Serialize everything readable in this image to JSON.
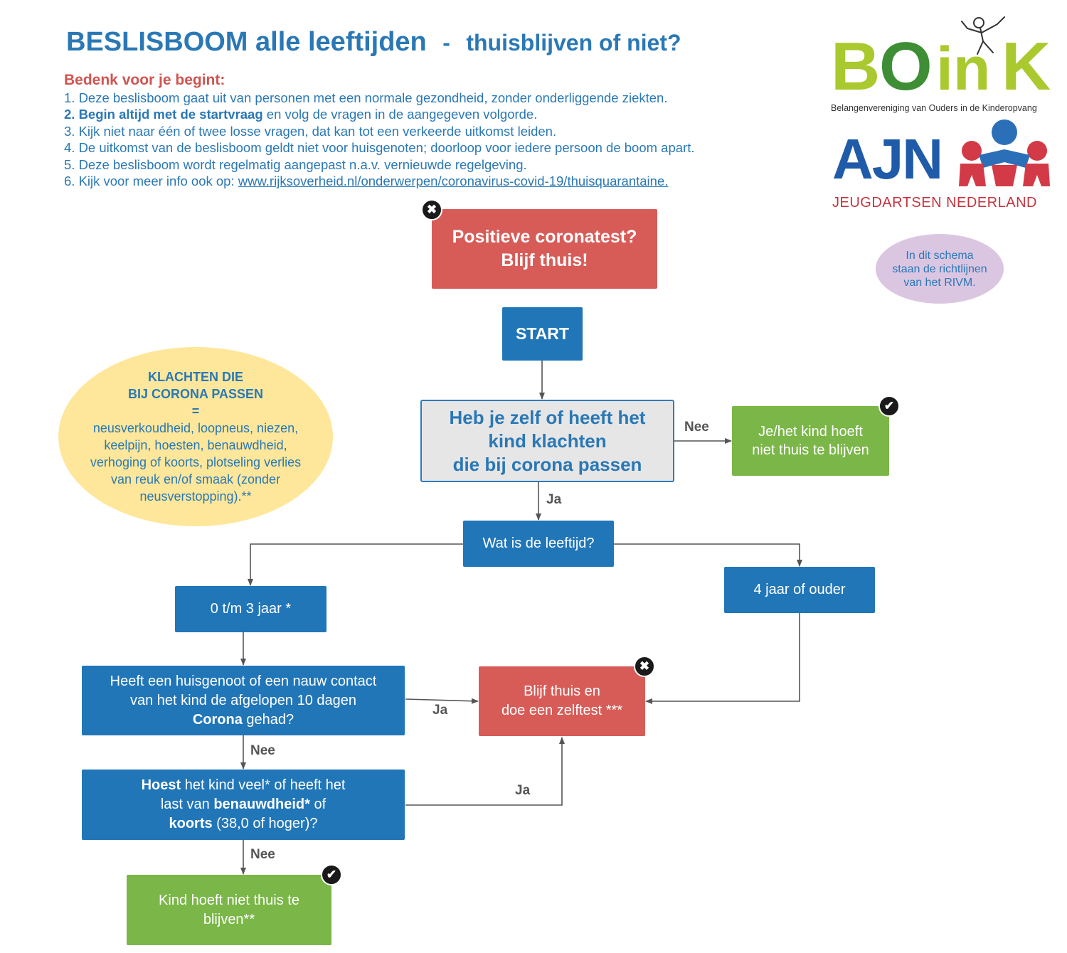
{
  "header": {
    "title_main": "BESLISBOOM alle leeftijden",
    "title_sep": "-",
    "title_sub": "thuisblijven of niet?"
  },
  "intro": {
    "heading": "Bedenk voor je begint:",
    "items": [
      {
        "text": "1. Deze beslisboom gaat uit van personen met een normale gezondheid, zonder onderliggende ziekten."
      },
      {
        "bold": "2. Begin altijd met de startvraag",
        "text": " en volg de vragen in de aangegeven volgorde."
      },
      {
        "text": "3. Kijk niet naar één of twee losse vragen, dat kan tot een verkeerde uitkomst leiden."
      },
      {
        "text": "4. De uitkomst van de beslisboom geldt niet voor huisgenoten; doorloop voor iedere persoon de boom apart."
      },
      {
        "text": "5. Deze beslisboom wordt regelmatig aangepast n.a.v. vernieuwde regelgeving."
      },
      {
        "text": "6. Kijk voor meer info ook op: ",
        "link": "www.rijksoverheid.nl/onderwerpen/coronavirus-covid-19/thuisquarantaine."
      }
    ]
  },
  "logos": {
    "boink_letters": [
      "B",
      "O",
      "in",
      "K"
    ],
    "boink_caption": "Belangenvereniging van Ouders in de Kinderopvang",
    "ajn_letters": "AJN",
    "ajn_caption": "JEUGDARTSEN NEDERLAND"
  },
  "note": {
    "lines": [
      "In dit schema",
      "staan de richtlijnen",
      "van het RIVM."
    ]
  },
  "symptoms": {
    "head": [
      "KLACHTEN DIE",
      "BIJ CORONA PASSEN",
      "="
    ],
    "lines": [
      "neusverkoudheid, loopneus, niezen,",
      "keelpijn, hoesten, benauwdheid,",
      "verhoging of koorts, plotseling verlies",
      "van reuk en/of smaak (zonder",
      "neusverstopping).**"
    ]
  },
  "marks": {
    "cross": "✖",
    "check": "✔"
  },
  "nodes": {
    "positive": [
      "Positieve coronatest?",
      "Blijf thuis!"
    ],
    "start": "START",
    "complaints": [
      "Heb je zelf of heeft het",
      "kind klachten",
      "die bij corona passen"
    ],
    "no_stay": [
      "Je/het kind hoeft",
      "niet thuis te blijven"
    ],
    "age": "Wat is de leeftijd?",
    "young": "0 t/m 3 jaar *",
    "old": "4 jaar of ouder",
    "contact": {
      "l1": "Heeft een huisgenoot of een nauw contact",
      "l2": "van het kind de afgelopen 10 dagen",
      "l3_bold": "Corona",
      "l3_rest": " gehad?"
    },
    "stay_test": [
      "Blijf thuis en",
      "doe een zelftest ***"
    ],
    "cough": {
      "l1_bold": "Hoest",
      "l1_rest": " het kind veel* of heeft het",
      "l2_pre": "last van ",
      "l2_bold": "benauwdheid*",
      "l2_post": " of",
      "l3_bold": "koorts",
      "l3_rest": " (38,0 of hoger)?"
    },
    "child_ok": [
      "Kind hoeft niet thuis te",
      "blijven**"
    ]
  },
  "labels": {
    "nee_right": "Nee",
    "ja_down": "Ja",
    "ja_contact": "Ja",
    "nee_contact": "Nee",
    "ja_cough": "Ja",
    "nee_cough": "Nee"
  },
  "colors": {
    "blue": "#2176b8",
    "red": "#d75c58",
    "green": "#7ab648",
    "grey_question": "#e6e6e6",
    "yellow_ellipse": "#fee79b",
    "purple_ellipse": "#dbc6e2",
    "title_blue": "#2a78b5",
    "heading_red": "#d0544f"
  }
}
